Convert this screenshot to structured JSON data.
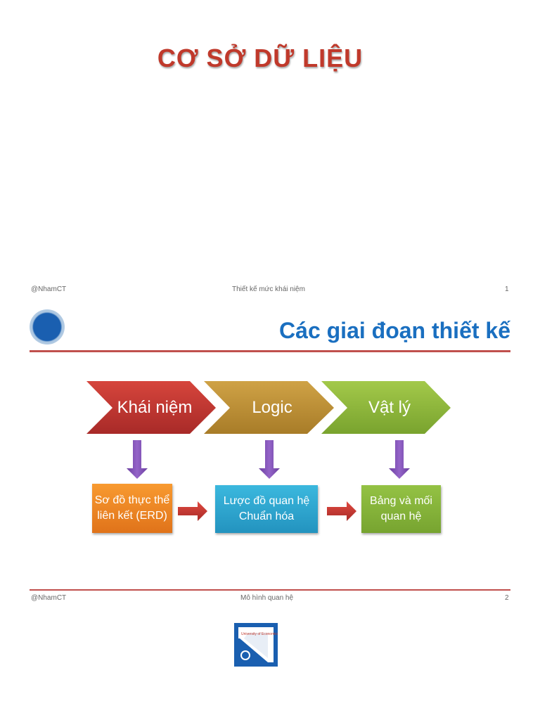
{
  "slide1": {
    "title": "CƠ SỞ DỮ LIỆU",
    "footer_left": "@NhamCT",
    "footer_center": "Thiết kế mức khái niệm",
    "page": "1"
  },
  "slide2": {
    "title": "Các giai đoạn thiết kế",
    "phases": [
      {
        "label": "Khái niệm",
        "color": "#c0392b"
      },
      {
        "label": "Logic",
        "color": "#c49a3a"
      },
      {
        "label": "Vật lý",
        "color": "#8fbc3c"
      }
    ],
    "boxes": [
      {
        "label": "Sơ đồ thực thể liên kết (ERD)",
        "color": "#f28a24"
      },
      {
        "label": "Lược đồ quan hệ Chuẩn hóa",
        "color": "#2fa8d0"
      },
      {
        "label": "Bảng và mối quan hệ",
        "color": "#86b53a"
      }
    ],
    "footer_left": "@NhamCT",
    "footer_center": "Mô hình quan hệ",
    "page": "2"
  },
  "logo": {
    "text": "University of Economics"
  }
}
